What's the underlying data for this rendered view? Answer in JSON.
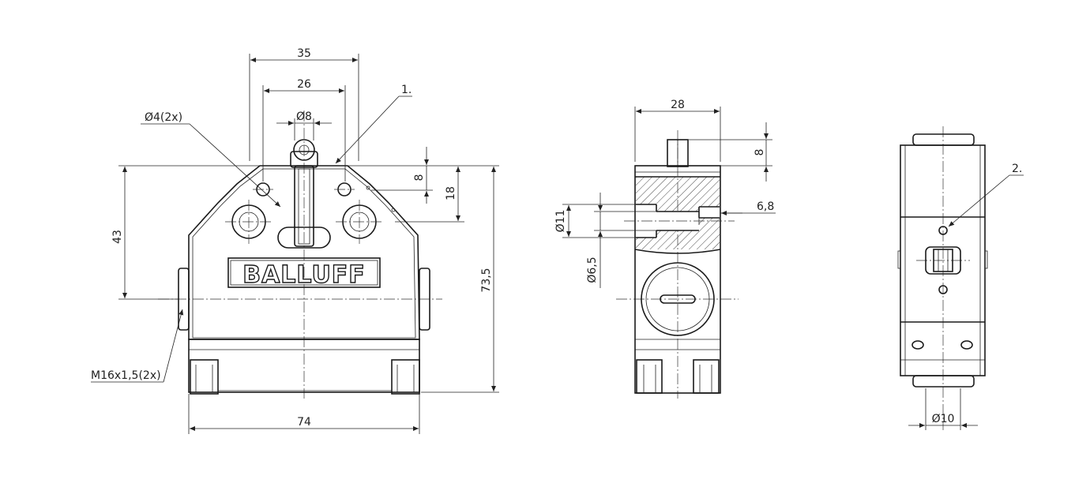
{
  "brand_label": "BALLUFF",
  "front_view": {
    "dim_width_top": "35",
    "dim_inner_width": "26",
    "dim_roller_dia": "Ø8",
    "dim_hole_dia": "Ø4(2x)",
    "callout_1": "1.",
    "dim_height_left": "43",
    "dim_plunger_travel": "8",
    "dim_upper_height": "18",
    "dim_total_height": "73,5",
    "dim_total_width": "74",
    "thread_label": "M16x1,5(2x)"
  },
  "side_view": {
    "dim_depth": "28",
    "dim_plunger_height": "8",
    "dim_counterbore": "Ø11",
    "dim_bore": "Ø6,5",
    "dim_bore_depth": "6,8"
  },
  "rear_view": {
    "callout_2": "2.",
    "dim_boss_dia": "Ø10"
  }
}
